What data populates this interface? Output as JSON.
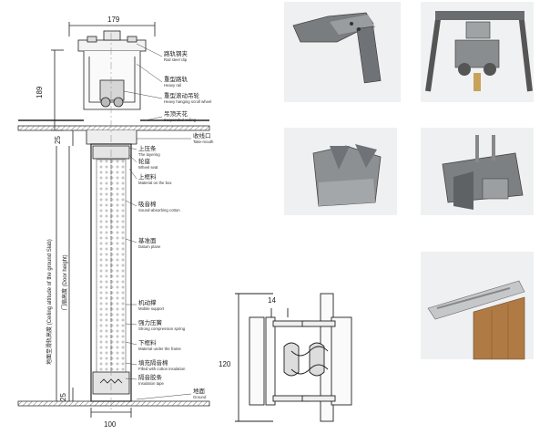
{
  "section": {
    "dims": {
      "width_top": "179",
      "height_left": "189",
      "gap_25": "25",
      "bottom_25": "25",
      "width_bottom": "100"
    },
    "vertical_labels": {
      "outer": "地面至滑轨高度 (Ceiling altitude of the ground Slab)",
      "inner": "门扇高度 (Door height)"
    },
    "callouts": [
      {
        "zh": "路轨钢夹",
        "en": "Rail steel clip"
      },
      {
        "zh": "重型路轨",
        "en": "Heavy rail"
      },
      {
        "zh": "重型滚动吊轮",
        "en": "Heavy hanging scroll wheel"
      },
      {
        "zh": "吊顶天花",
        "en": "Suspended ceiling"
      },
      {
        "zh": "收线口",
        "en": "Take-mouth"
      },
      {
        "zh": "上压条",
        "en": "The layering"
      },
      {
        "zh": "轮座",
        "en": "Wheel seat"
      },
      {
        "zh": "上框料",
        "en": "Material on the box"
      },
      {
        "zh": "吸音棉",
        "en": "Sound-absorbing cotton"
      },
      {
        "zh": "基准面",
        "en": "Datum plane"
      },
      {
        "zh": "机动撑",
        "en": "Mobile support"
      },
      {
        "zh": "强力压簧",
        "en": "Strong compression spring"
      },
      {
        "zh": "下框料",
        "en": "Material under the frame"
      },
      {
        "zh": "填充隔音棉",
        "en": "Filled with cotton insulation"
      },
      {
        "zh": "隔音胶条",
        "en": "Insulation tape"
      },
      {
        "zh": "地面",
        "en": "Ground"
      }
    ]
  },
  "joint": {
    "dims": {
      "top": "14",
      "height": "120"
    }
  },
  "photos": [
    {
      "name": "rail-bracket-photo"
    },
    {
      "name": "hanging-wheel-photo"
    },
    {
      "name": "wheel-seat-photo"
    },
    {
      "name": "rail-clip-photo"
    },
    {
      "name": "ceiling-track-photo"
    }
  ]
}
